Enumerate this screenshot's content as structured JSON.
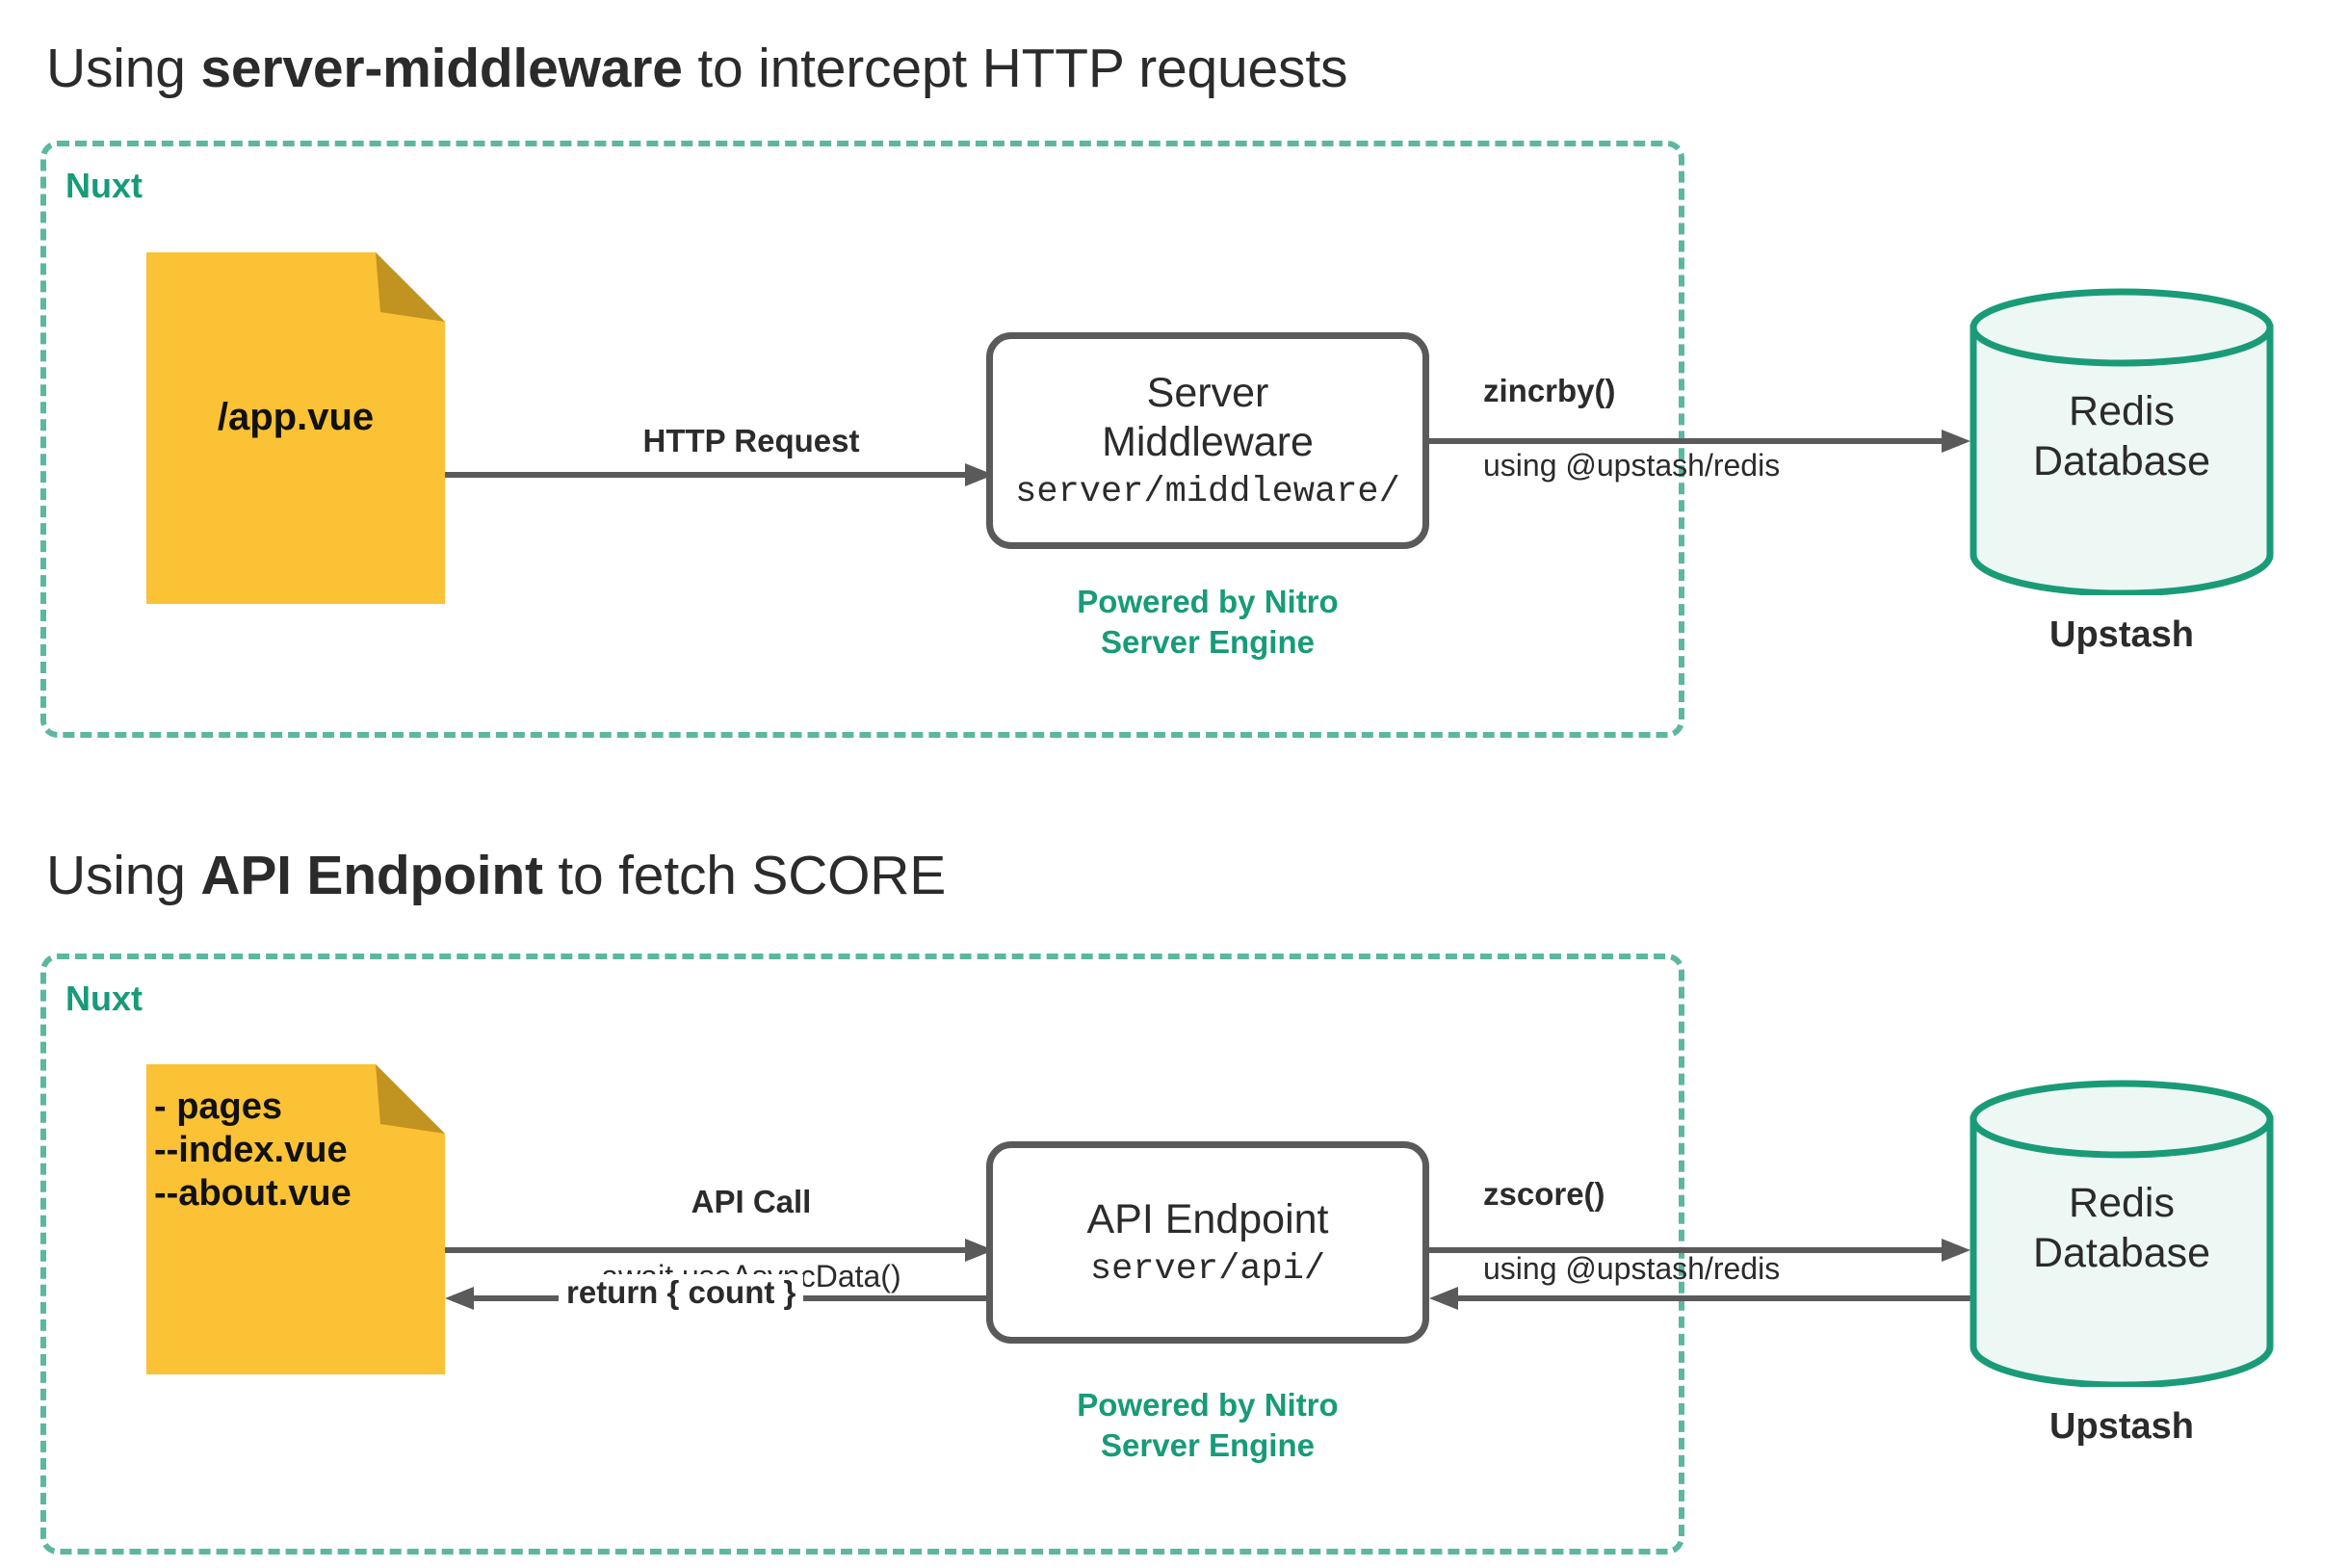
{
  "sections": [
    {
      "id": "middleware",
      "heading": {
        "prefix": "Using ",
        "strong": "server-middleware",
        "suffix": " to intercept HTTP requests"
      },
      "container_label": "Nuxt",
      "document": {
        "lines": "/app.vue"
      },
      "process": {
        "title": "Server\nMiddleware",
        "path": "server/middleware/"
      },
      "nitro_note": "Powered by Nitro\nServer Engine",
      "edges": [
        {
          "name": "http-request",
          "primary": "HTTP Request",
          "secondary": "",
          "direction": "right"
        },
        {
          "name": "zincrby",
          "primary": "zincrby()",
          "secondary": "using @upstash/redis",
          "direction": "right"
        }
      ],
      "database": {
        "label": "Redis\nDatabase",
        "caption": "Upstash"
      }
    },
    {
      "id": "api",
      "heading": {
        "prefix": "Using ",
        "strong": "API Endpoint",
        "suffix": " to fetch SCORE"
      },
      "container_label": "Nuxt",
      "document": {
        "lines": "- pages\n--index.vue\n--about.vue"
      },
      "process": {
        "title": "API Endpoint",
        "path": "server/api/"
      },
      "nitro_note": "Powered by Nitro\nServer Engine",
      "edges": [
        {
          "name": "api-call",
          "primary": "API Call",
          "secondary": "await useAsyncData()",
          "direction": "right"
        },
        {
          "name": "return-count",
          "primary": "return { count }",
          "secondary": "",
          "direction": "left"
        },
        {
          "name": "zscore",
          "primary": "zscore()",
          "secondary": "using @upstash/redis",
          "direction": "right"
        },
        {
          "name": "redis-return",
          "primary": "",
          "secondary": "",
          "direction": "left"
        }
      ],
      "database": {
        "label": "Redis\nDatabase",
        "caption": "Upstash"
      }
    }
  ],
  "colors": {
    "nuxt_border": "#5cb7a0",
    "nuxt_text": "#179b78",
    "nitro_text": "#179b78",
    "document_fill": "#fac234",
    "document_fold": "#c19320",
    "box_border": "#5a5a5a",
    "arrow": "#5a5a5a",
    "db_border": "#1a9b77",
    "db_fill": "#edf7f4",
    "heading_text": "#2b2b2b",
    "background": "#ffffff"
  },
  "icons": {
    "document": "document-icon",
    "database": "database-cylinder-icon",
    "arrow_right": "arrow-right-icon",
    "arrow_left": "arrow-left-icon"
  }
}
